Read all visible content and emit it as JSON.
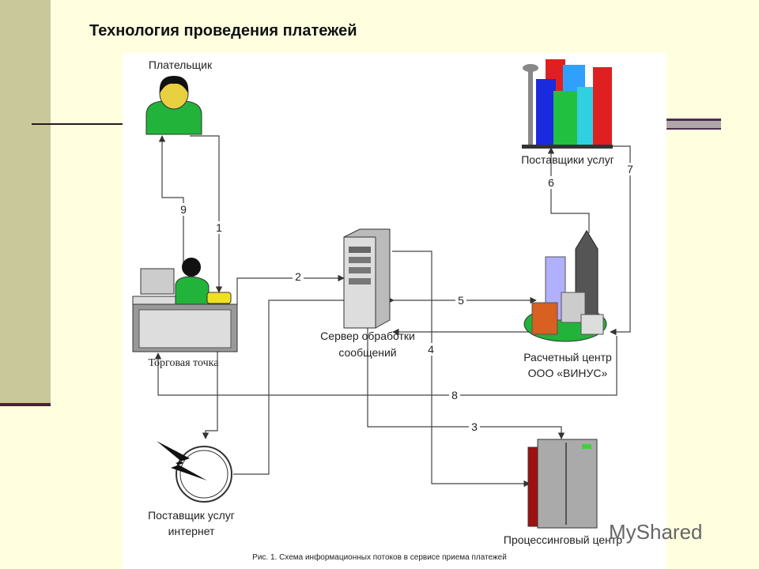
{
  "slide": {
    "title": "Технология проведения платежей",
    "watermark": "MyShared"
  },
  "diagram": {
    "nodes": {
      "payer": "Плательщик",
      "trade_point": "Торговая точка",
      "server_line1": "Сервер обработки",
      "server_line2": "сообщений",
      "providers": "Поставщики услуг",
      "settlement_line1": "Расчетный центр",
      "settlement_line2": "ООО «ВИНУС»",
      "isp_line1": "Поставщик услуг",
      "isp_line2": "интернет",
      "processing": "Процессинговый центр"
    },
    "flows": [
      "1",
      "2",
      "3",
      "4",
      "5",
      "6",
      "7",
      "8",
      "9"
    ],
    "caption": "Рис. 1. Схема информационных потоков в сервисе приема платежей"
  }
}
